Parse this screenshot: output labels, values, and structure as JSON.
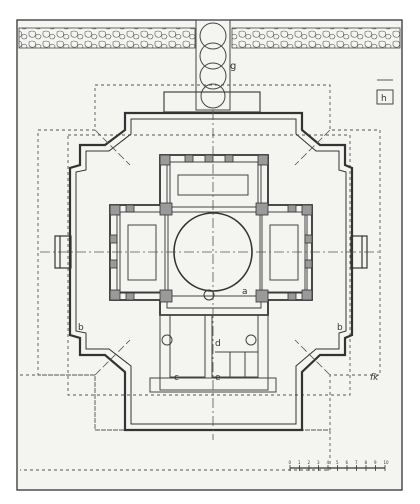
{
  "labels": {
    "a": "a",
    "b_left": "b",
    "b_right": "b",
    "c": "c",
    "d": "d",
    "e": "e",
    "g": "g",
    "h": "h"
  },
  "scale_bar": {
    "ticks": [
      "0",
      "1",
      "2",
      "3",
      "4",
      "5",
      "6",
      "7",
      "8",
      "9",
      "10"
    ]
  },
  "signature": "fk",
  "colors": {
    "paper": "#f4f4f1",
    "ink": "#3a3a3a",
    "wall_fill": "#9a9a9a"
  }
}
